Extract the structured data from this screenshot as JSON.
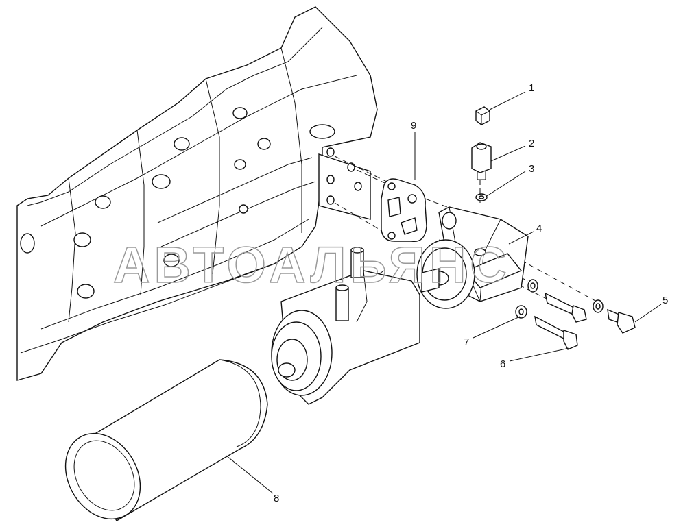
{
  "watermark": "АВТОАЛЬЯНС",
  "callouts": [
    {
      "id": "1",
      "label": "1"
    },
    {
      "id": "2",
      "label": "2"
    },
    {
      "id": "3",
      "label": "3"
    },
    {
      "id": "4",
      "label": "4"
    },
    {
      "id": "5",
      "label": "5"
    },
    {
      "id": "6",
      "label": "6"
    },
    {
      "id": "7",
      "label": "7"
    },
    {
      "id": "8",
      "label": "8"
    },
    {
      "id": "9",
      "label": "9"
    }
  ],
  "colors": {
    "line": "#111111",
    "background": "#ffffff",
    "watermark": "#9a9a9a"
  }
}
